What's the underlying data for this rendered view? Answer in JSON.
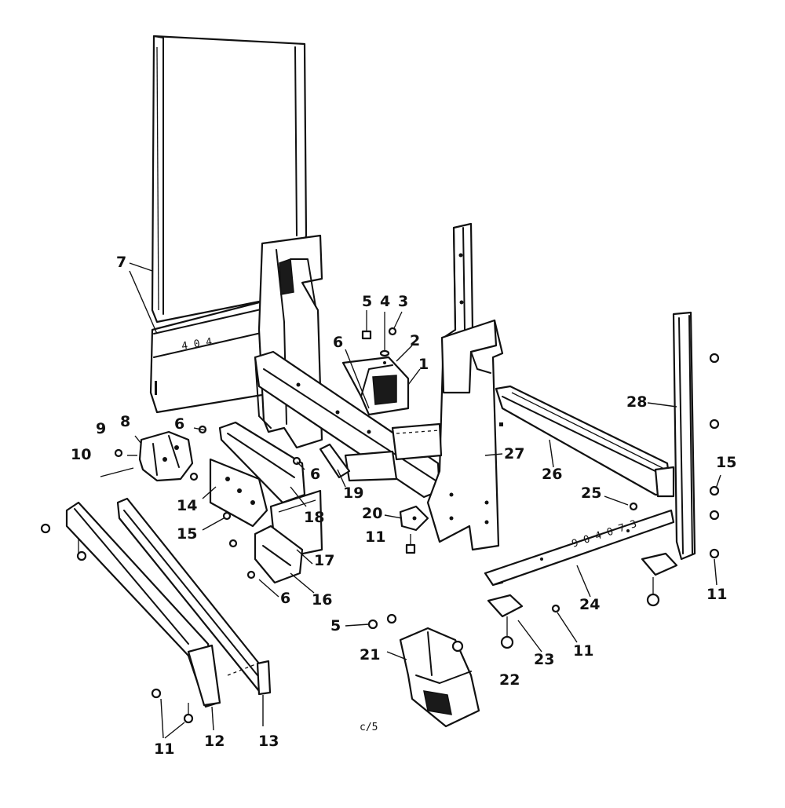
{
  "diagram": {
    "figure_code": "c/5",
    "panel_marking": "4 0 4",
    "rail_marking": "9 0 4 0 7 3",
    "callouts": [
      {
        "id": "c7",
        "text": "7"
      },
      {
        "id": "c5a",
        "text": "5"
      },
      {
        "id": "c4",
        "text": "4"
      },
      {
        "id": "c3",
        "text": "3"
      },
      {
        "id": "c2",
        "text": "2"
      },
      {
        "id": "c1",
        "text": "1"
      },
      {
        "id": "c6a",
        "text": "6"
      },
      {
        "id": "c6b",
        "text": "6"
      },
      {
        "id": "c6c",
        "text": "6"
      },
      {
        "id": "c6d",
        "text": "6"
      },
      {
        "id": "c9",
        "text": "9"
      },
      {
        "id": "c8",
        "text": "8"
      },
      {
        "id": "c10",
        "text": "10"
      },
      {
        "id": "c14",
        "text": "14"
      },
      {
        "id": "c15a",
        "text": "15"
      },
      {
        "id": "c18",
        "text": "18"
      },
      {
        "id": "c19",
        "text": "19"
      },
      {
        "id": "c17",
        "text": "17"
      },
      {
        "id": "c16",
        "text": "16"
      },
      {
        "id": "c20",
        "text": "20"
      },
      {
        "id": "c11a",
        "text": "11"
      },
      {
        "id": "c27",
        "text": "27"
      },
      {
        "id": "c26",
        "text": "26"
      },
      {
        "id": "c28",
        "text": "28"
      },
      {
        "id": "c15b",
        "text": "15"
      },
      {
        "id": "c25",
        "text": "25"
      },
      {
        "id": "c24",
        "text": "24"
      },
      {
        "id": "c11b",
        "text": "11"
      },
      {
        "id": "c11c",
        "text": "11"
      },
      {
        "id": "c23",
        "text": "23"
      },
      {
        "id": "c22",
        "text": "22"
      },
      {
        "id": "c5b",
        "text": "5"
      },
      {
        "id": "c21",
        "text": "21"
      },
      {
        "id": "c11d",
        "text": "11"
      },
      {
        "id": "c12",
        "text": "12"
      },
      {
        "id": "c13",
        "text": "13"
      }
    ]
  }
}
